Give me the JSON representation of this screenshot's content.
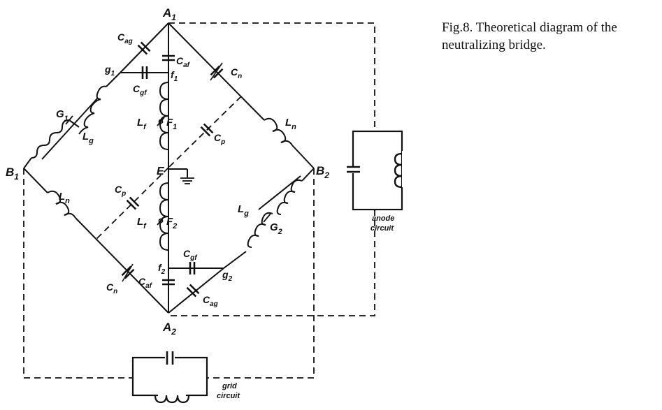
{
  "caption": "Fig.8. Theoretical diagram of the neutralizing bridge.",
  "labels": {
    "A1": {
      "main": "A",
      "sub": "1"
    },
    "A2": {
      "main": "A",
      "sub": "2"
    },
    "B1": {
      "main": "B",
      "sub": "1"
    },
    "B2": {
      "main": "B",
      "sub": "2"
    },
    "E": {
      "main": "E",
      "sub": ""
    },
    "Cag_top": {
      "main": "C",
      "sub": "ag"
    },
    "Caf_top": {
      "main": "C",
      "sub": "af"
    },
    "Cn_top": {
      "main": "C",
      "sub": "n"
    },
    "g1": {
      "main": "g",
      "sub": "1"
    },
    "f1": {
      "main": "f",
      "sub": "1"
    },
    "Cgf_top": {
      "main": "C",
      "sub": "gf"
    },
    "G1": {
      "main": "G",
      "sub": "1"
    },
    "Lg_left": {
      "main": "L",
      "sub": "g"
    },
    "Lf_top": {
      "main": "L",
      "sub": "f"
    },
    "F1": {
      "main": "F",
      "sub": "1"
    },
    "Cp_top": {
      "main": "C",
      "sub": "p"
    },
    "Ln_right": {
      "main": "L",
      "sub": "n"
    },
    "Ln_left": {
      "main": "L",
      "sub": "n"
    },
    "Cp_bottom": {
      "main": "C",
      "sub": "p"
    },
    "Lf_bottom": {
      "main": "L",
      "sub": "f"
    },
    "F2": {
      "main": "F",
      "sub": "2"
    },
    "Lg_right": {
      "main": "L",
      "sub": "g"
    },
    "G2": {
      "main": "G",
      "sub": "2"
    },
    "Cgf_bottom": {
      "main": "C",
      "sub": "gf"
    },
    "f2": {
      "main": "f",
      "sub": "2"
    },
    "g2": {
      "main": "g",
      "sub": "2"
    },
    "Cn_bottom": {
      "main": "C",
      "sub": "n"
    },
    "Caf_bottom": {
      "main": "C",
      "sub": "af"
    },
    "Cag_bottom": {
      "main": "C",
      "sub": "ag"
    }
  },
  "anode_circuit": [
    "anode",
    "circuit"
  ],
  "grid_circuit": [
    "grid",
    "circuit"
  ]
}
